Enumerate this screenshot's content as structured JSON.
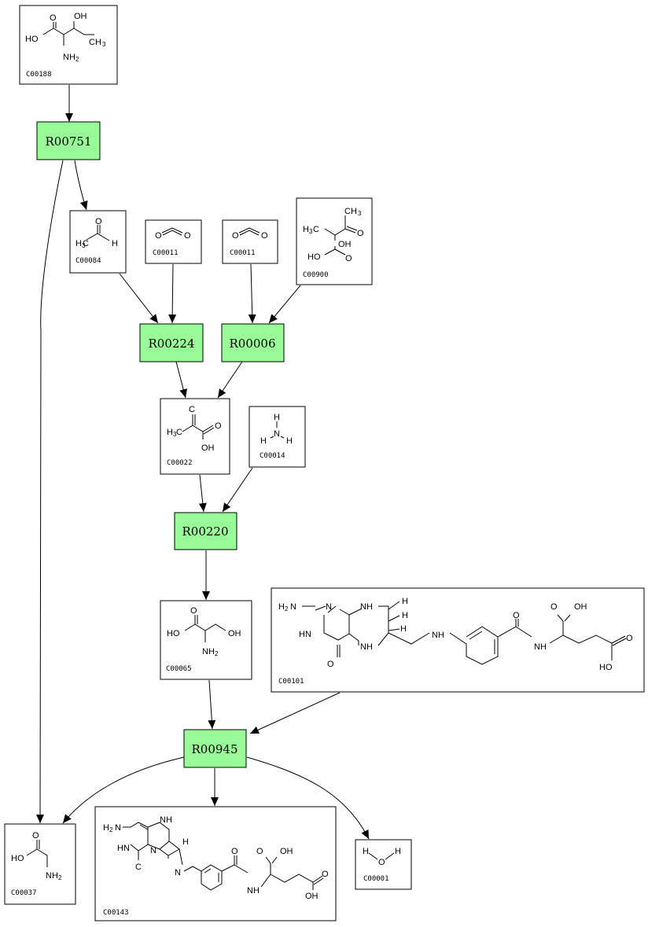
{
  "colors": {
    "reaction_fill": "#98fb98",
    "box_fill": "#ffffff",
    "stroke": "#000000"
  },
  "reactions": {
    "R00751": "R00751",
    "R00224": "R00224",
    "R00006": "R00006",
    "R00220": "R00220",
    "R00945": "R00945"
  },
  "compounds": {
    "C00188": "C00188",
    "C00084": "C00084",
    "C00011a": "C00011",
    "C00011b": "C00011",
    "C00900": "C00900",
    "C00022": "C00022",
    "C00014": "C00014",
    "C00065": "C00065",
    "C00101": "C00101",
    "C00037": "C00037",
    "C00143": "C00143",
    "C00001": "C00001"
  },
  "atoms": {
    "O": "O",
    "OH": "OH",
    "HO": "HO",
    "H": "H",
    "N": "N",
    "NH": "NH",
    "NH2": "NH",
    "two": "2",
    "H3C": "H",
    "three": "3",
    "C": "C",
    "CH3": "CH",
    "H2N": "H",
    "HN": "HN"
  }
}
